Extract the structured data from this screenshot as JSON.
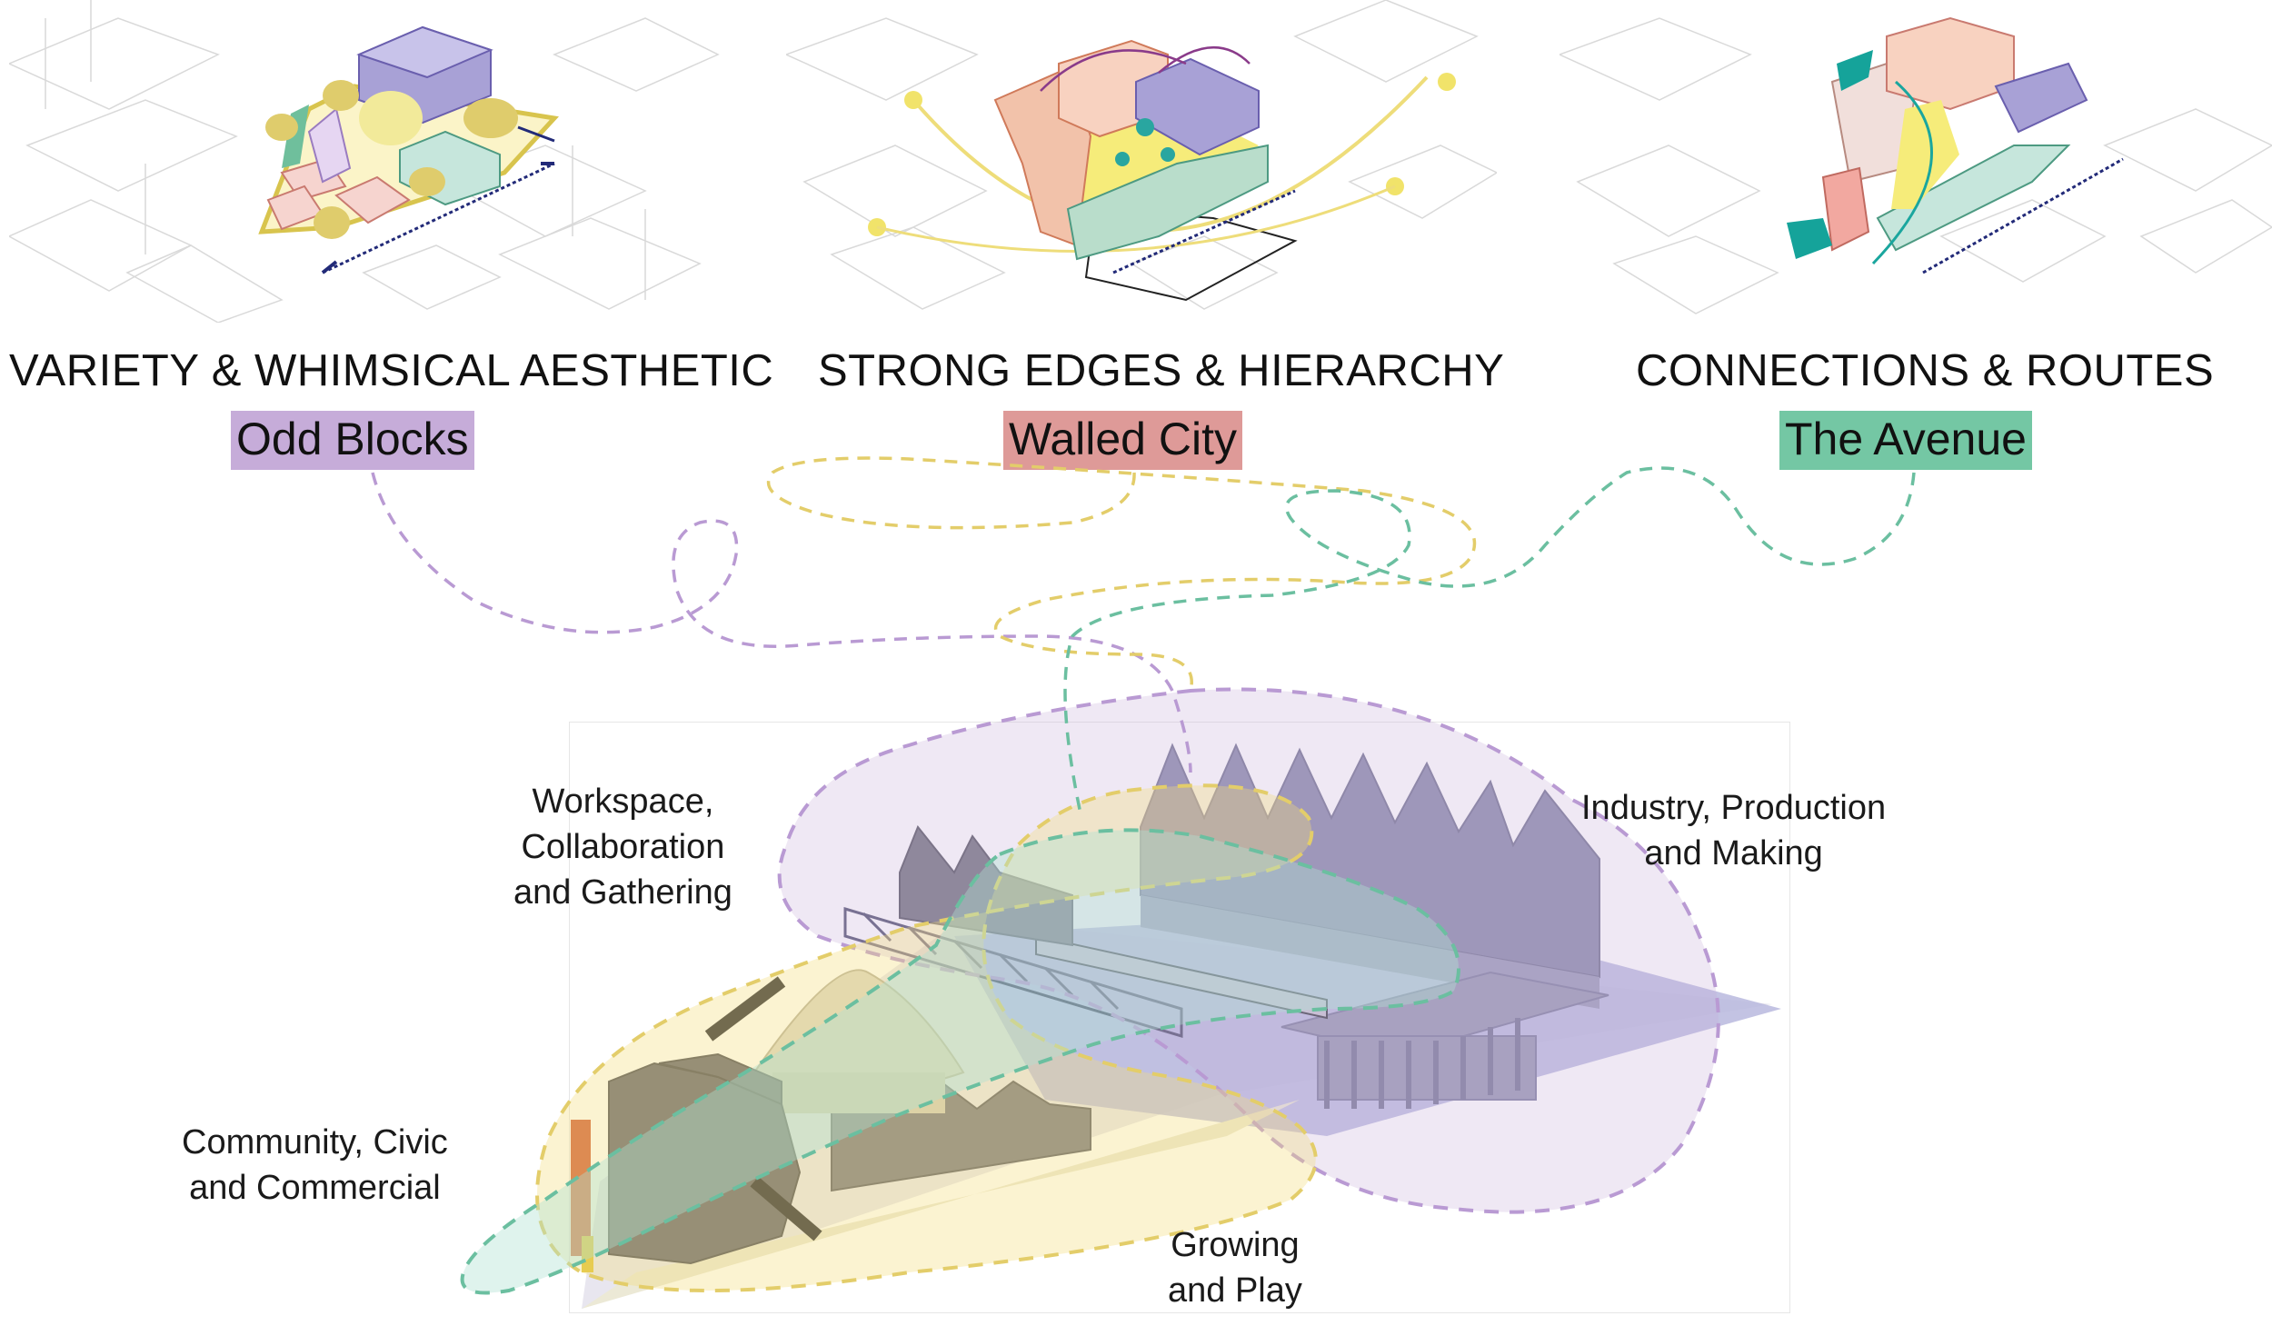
{
  "colors": {
    "purple": "#c6acd9",
    "red": "#de9a98",
    "green": "#74c7a4",
    "yellow_dash": "#e3cd6a",
    "purple_dash": "#b99ad3",
    "green_dash": "#6bbfa0"
  },
  "strategies": [
    {
      "heading": "VARIETY & WHIMSICAL AESTHETIC",
      "concept": "Odd Blocks"
    },
    {
      "heading": "STRONG EDGES & HIERARCHY",
      "concept": "Walled City"
    },
    {
      "heading": "CONNECTIONS & ROUTES",
      "concept": "The Avenue"
    }
  ],
  "zones": {
    "workspace": "Workspace,\nCollaboration\nand Gathering",
    "industry": "Industry, Production\nand Making",
    "community": "Community, Civic\nand Commercial",
    "growing": "Growing\nand Play"
  }
}
